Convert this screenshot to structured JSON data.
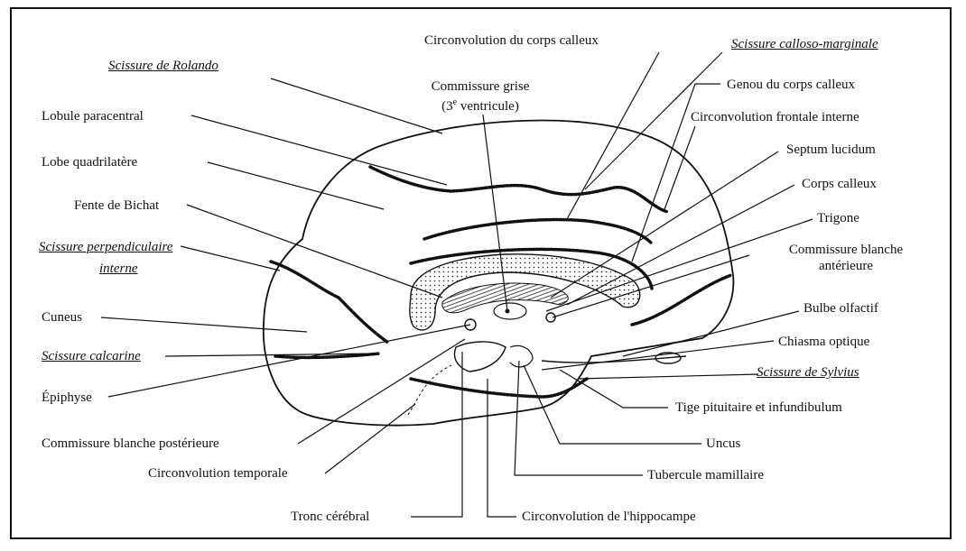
{
  "labels": {
    "circonvolution_corps_calleux": "Circonvolution du corps calleux",
    "scissure_calloso_marginale": "Scissure calloso-marginale",
    "scissure_rolando": "Scissure de Rolando",
    "commissure_grise_1": "Commissure grise",
    "commissure_grise_2_pre": "(3",
    "commissure_grise_2_sup": "e",
    "commissure_grise_2_post": " ventricule)",
    "genou_corps_calleux": "Genou du corps calleux",
    "lobule_paracentral": "Lobule paracentral",
    "circonvolution_frontale_interne": "Circonvolution frontale interne",
    "septum_lucidum": "Septum lucidum",
    "lobe_quadrilatere": "Lobe quadrilatère",
    "corps_calleux": "Corps calleux",
    "fente_bichat": "Fente de Bichat",
    "trigone": "Trigone",
    "scissure_perpendiculaire_1": "Scissure perpendiculaire",
    "scissure_perpendiculaire_2": "interne",
    "commissure_blanche_ant_1": "Commissure blanche",
    "commissure_blanche_ant_2": "antérieure",
    "cuneus": "Cuneus",
    "bulbe_olfactif": "Bulbe olfactif",
    "chiasma_optique": "Chiasma optique",
    "scissure_calcarine": "Scissure calcarine",
    "scissure_sylvius": "Scissure de Sylvius",
    "epiphyse": "Épiphyse",
    "tige_pituitaire": "Tige pituitaire et infundibulum",
    "commissure_blanche_post": "Commissure blanche postérieure",
    "uncus": "Uncus",
    "circonvolution_temporale": "Circonvolution temporale",
    "tubercule_mamillaire": "Tubercule mamillaire",
    "tronc_cerebral": "Tronc cérébral",
    "circonvolution_hippocampe": "Circonvolution de l'hippocampe"
  }
}
